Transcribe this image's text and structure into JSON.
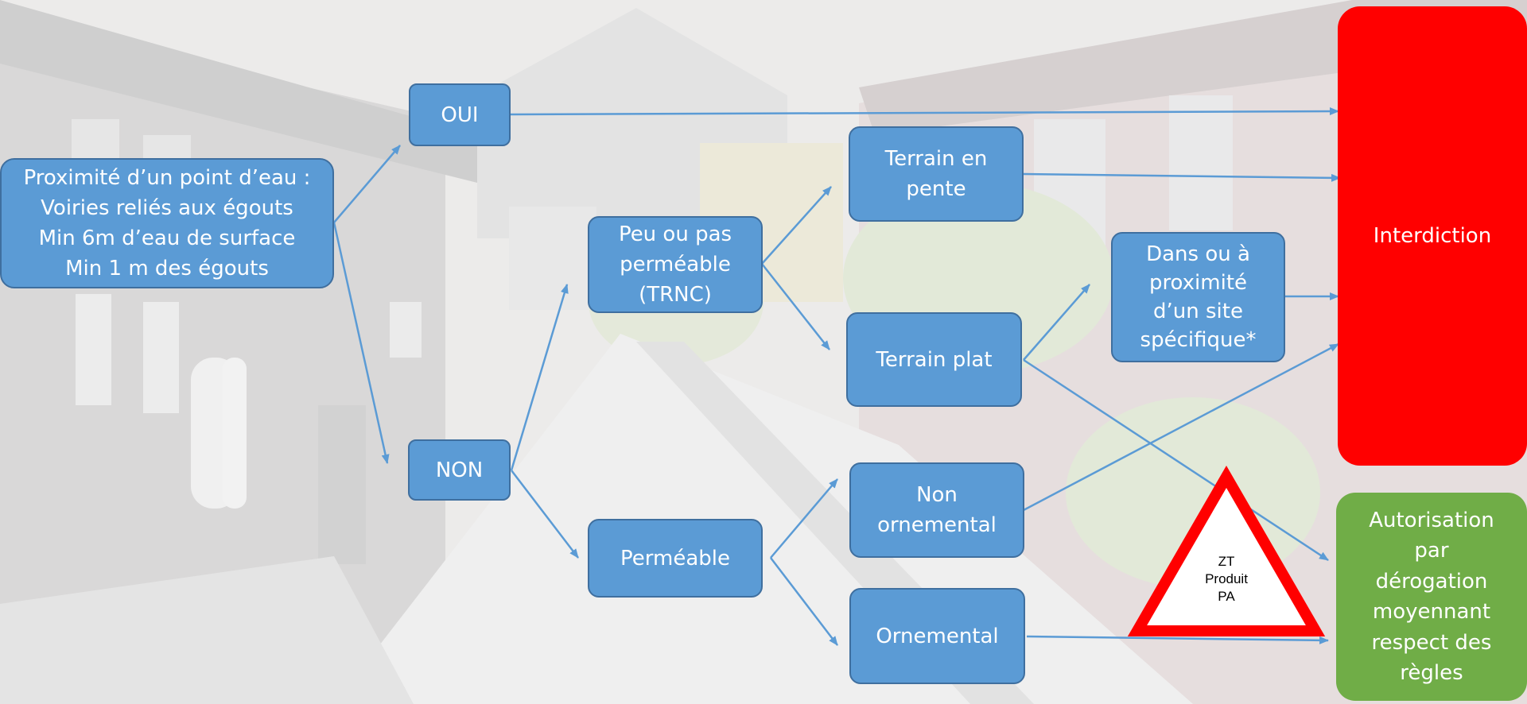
{
  "nodes": {
    "proximite": "Proximité d’un point d’eau :\nVoiries reliés aux égouts\nMin 6m d’eau de surface\nMin 1 m des égouts",
    "oui": "OUI",
    "non": "NON",
    "peu_permeable": "Peu ou pas\nperméable\n(TRNC)",
    "permeable": "Perméable",
    "terrain_pente": "Terrain en\npente",
    "terrain_plat": "Terrain plat",
    "site_specifique": "Dans ou à\nproximité\nd’un site\nspécifique*",
    "non_ornemental": "Non\nornemental",
    "ornemental": "Ornemental",
    "interdiction": "Interdiction",
    "autorisation": "Autorisation\npar\ndérogation\nmoyennant\nrespect des\nrègles"
  },
  "warning_triangle": {
    "text": "ZT\nProduit\nPA"
  },
  "colors": {
    "node_fill": "#5b9bd5",
    "node_border": "#3f6f9f",
    "arrow": "#5b9bd5",
    "interdiction": "#ff0000",
    "autorisation": "#70ad47",
    "warning_border": "#ff0000"
  }
}
